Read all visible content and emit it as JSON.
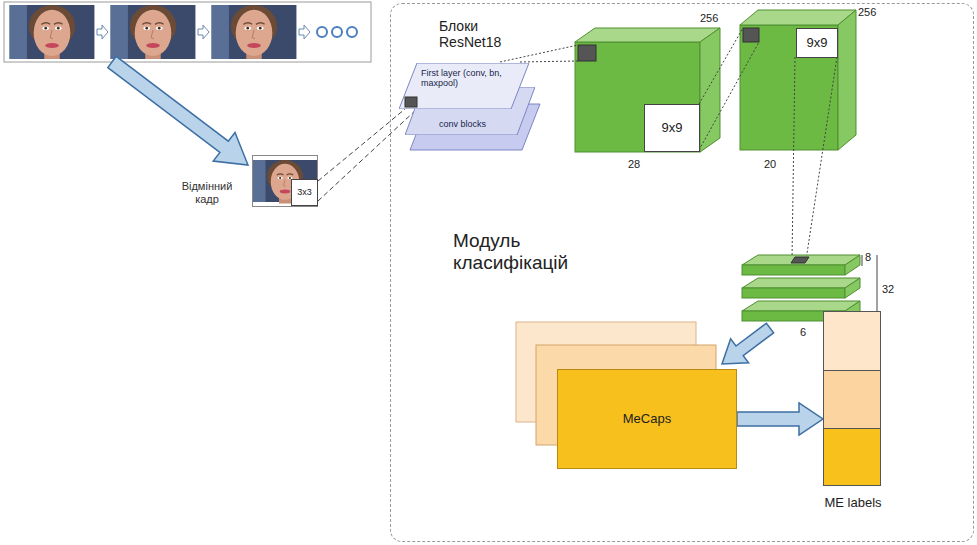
{
  "diagram": {
    "nodes": [
      {
        "text": [
          "Відмінний кадр"
        ]
      },
      {
        "text": [
          "3x3"
        ],
        "in": 0
      },
      {
        "text": [
          "Модуль класифікацій"
        ]
      },
      {
        "text": [
          "Блоки ResNet18",
          "First layer (conv, bn, maxpool)"
        ],
        "in": 2
      },
      {
        "text": [
          "conv blocks"
        ],
        "in": 2
      },
      {
        "text": [
          "9x9"
        ],
        "in": 2
      },
      {
        "text": [
          "9x9"
        ],
        "in": 2
      },
      {
        "text": [
          "MeCaps"
        ],
        "in": 2
      },
      {
        "text": [
          "ME labels"
        ],
        "in": 2
      }
    ],
    "edges": [
      {
        "from": 1,
        "to": 3,
        "arrow": "none"
      },
      {
        "from": 7,
        "to": 8,
        "arrow": "to"
      }
    ],
    "labels": [
      "256",
      "28",
      "256",
      "20",
      "8",
      "32",
      "6"
    ]
  }
}
